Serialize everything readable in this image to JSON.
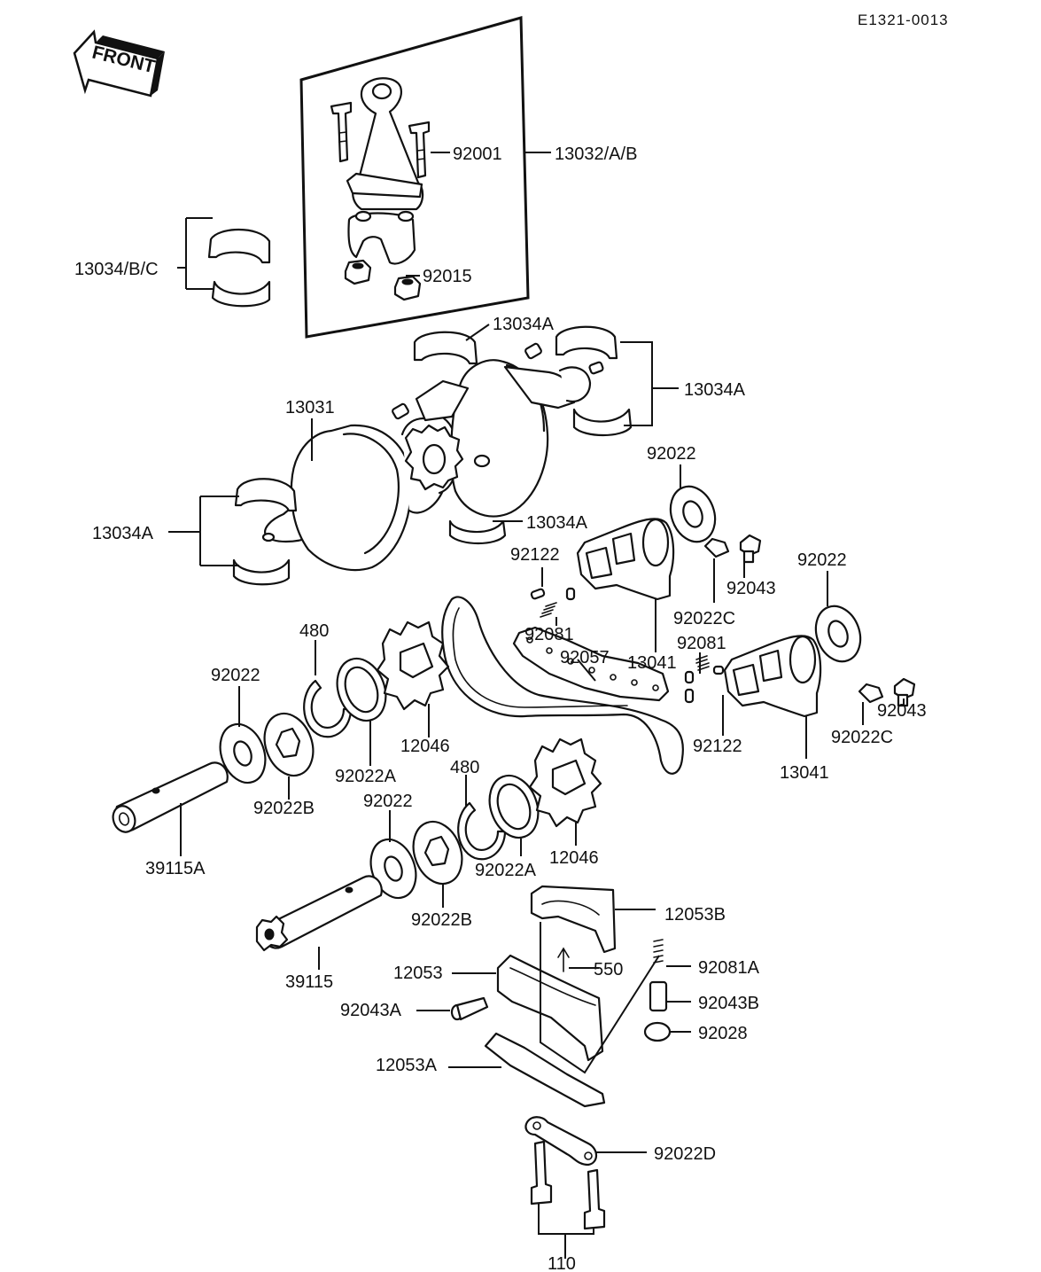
{
  "drawing_code": "E1321-0013",
  "front_label": "FRONT",
  "colors": {
    "ink": "#111111",
    "paper": "#ffffff"
  },
  "labels": {
    "p92001": "92001",
    "p13032": "13032/A/B",
    "p92015": "92015",
    "p13034bc": "13034/B/C",
    "p13034a_top": "13034A",
    "p13034a_right": "13034A",
    "p13031": "13031",
    "p13034a_left": "13034A",
    "p13034a_mid": "13034A",
    "p92022_a": "92022",
    "p92022_b": "92022",
    "p92122_a": "92122",
    "p92043_a": "92043",
    "p92022c_a": "92022C",
    "p92081_a": "92081",
    "p13041_a": "13041",
    "p92081_b": "92081",
    "p92057": "92057",
    "p480_a": "480",
    "p92022_c": "92022",
    "p92043_b": "92043",
    "p92022c_b": "92022C",
    "p92122_b": "92122",
    "p12046_a": "12046",
    "p13041_b": "13041",
    "p92022a_a": "92022A",
    "p480_b": "480",
    "p92022b_a": "92022B",
    "p92022_d": "92022",
    "p39115a": "39115A",
    "p12046_b": "12046",
    "p92022a_b": "92022A",
    "p12053b": "12053B",
    "p92022b_b": "92022B",
    "p550": "550",
    "p12053": "12053",
    "p92081a": "92081A",
    "p39115": "39115",
    "p92043a": "92043A",
    "p92043b": "92043B",
    "p92028": "92028",
    "p12053a": "12053A",
    "p92022d": "92022D",
    "p110": "110"
  }
}
